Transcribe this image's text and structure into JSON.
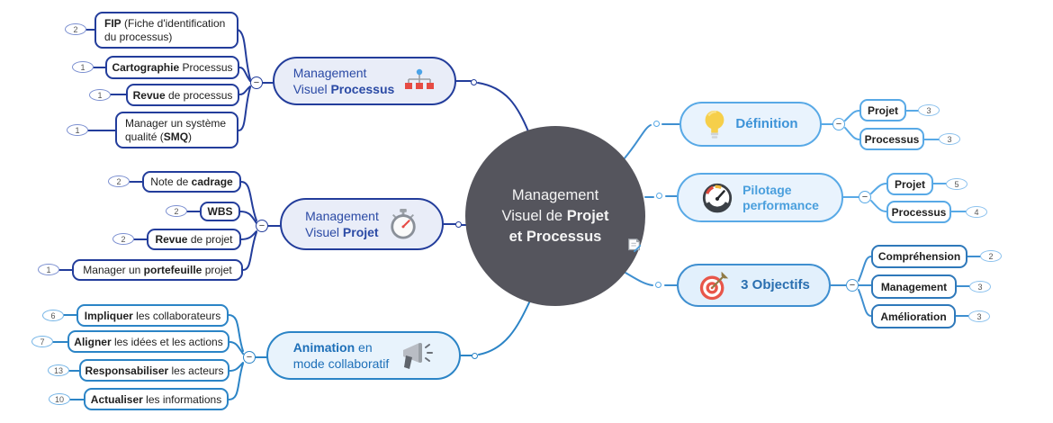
{
  "center": {
    "lines": [
      {
        "pre": "Management"
      },
      {
        "pre": "Visuel de ",
        "bold": "Projet"
      },
      {
        "bold": "et Processus"
      }
    ]
  },
  "ui": {
    "collapse_glyph": "−"
  },
  "palette": {
    "navy": "#233d9b",
    "blue": "#2b84c6",
    "light_blue": "#58a9e6",
    "objectifs_border": "#2e78ba",
    "center_bg": "#55555d"
  },
  "left": [
    {
      "label": {
        "lines": [
          {
            "pre": "Management"
          },
          {
            "pre": "Visuel ",
            "bold": "Processus"
          }
        ]
      },
      "icon": "org-chart",
      "children": [
        {
          "count": "2",
          "pre": "",
          "bold": "FIP",
          "post": " (Fiche d'identification du processus)"
        },
        {
          "count": "1",
          "pre": "",
          "bold": "Cartographie",
          "post": " Processus"
        },
        {
          "count": "1",
          "pre": "",
          "bold": "Revue",
          "post": " de processus"
        },
        {
          "count": "1",
          "pre": "Manager un système qualité (",
          "bold": "SMQ",
          "post": ")"
        }
      ]
    },
    {
      "label": {
        "lines": [
          {
            "pre": "Management"
          },
          {
            "pre": "Visuel ",
            "bold": "Projet"
          }
        ]
      },
      "icon": "stopwatch",
      "children": [
        {
          "count": "2",
          "pre": "Note de ",
          "bold": "cadrage",
          "post": ""
        },
        {
          "count": "2",
          "pre": "",
          "bold": "WBS",
          "post": ""
        },
        {
          "count": "2",
          "pre": "",
          "bold": "Revue",
          "post": " de projet"
        },
        {
          "count": "1",
          "pre": "Manager un ",
          "bold": "portefeuille",
          "post": " projet"
        }
      ]
    },
    {
      "label": {
        "lines": [
          {
            "pre": "",
            "bold": "Animation",
            "post": " en"
          },
          {
            "pre": "mode collaboratif"
          }
        ]
      },
      "icon": "megaphone",
      "children": [
        {
          "count": "6",
          "pre": "",
          "bold": "Impliquer",
          "post": " les collaborateurs"
        },
        {
          "count": "7",
          "pre": "",
          "bold": "Aligner",
          "post": " les idées et les actions"
        },
        {
          "count": "13",
          "pre": "",
          "bold": "Responsabiliser",
          "post": " les acteurs"
        },
        {
          "count": "10",
          "pre": "",
          "bold": "Actualiser",
          "post": " les informations"
        }
      ]
    }
  ],
  "right": [
    {
      "label": {
        "lines": [
          {
            "bold": "Définition"
          }
        ]
      },
      "icon": "lightbulb",
      "children": [
        {
          "bold": "Projet",
          "count": "3"
        },
        {
          "bold": "Processus",
          "count": "3"
        }
      ]
    },
    {
      "label": {
        "lines": [
          {
            "bold": "Pilotage"
          },
          {
            "bold": "performance"
          }
        ]
      },
      "icon": "gauge",
      "children": [
        {
          "bold": "Projet",
          "count": "5"
        },
        {
          "bold": "Processus",
          "count": "4"
        }
      ]
    },
    {
      "label": {
        "lines": [
          {
            "bold": "3 Objectifs"
          }
        ]
      },
      "icon": "target",
      "children": [
        {
          "bold": "Compréhension",
          "count": "2"
        },
        {
          "bold": "Management",
          "count": "3"
        },
        {
          "bold": "Amélioration",
          "count": "3"
        }
      ]
    }
  ]
}
